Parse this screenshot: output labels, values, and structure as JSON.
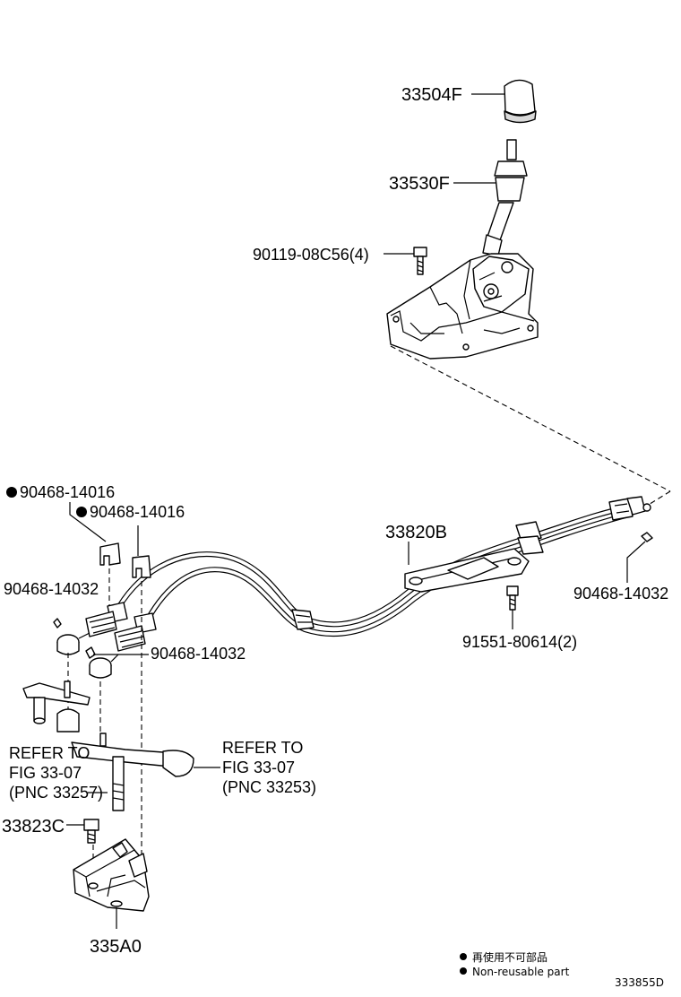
{
  "labels": {
    "knob": "33504F",
    "lever": "33530F",
    "lever_bolt": "90119-08C56(4)",
    "clip_upper_left": "90468-14016",
    "clip_upper_right": "90468-14016",
    "clip_lower_left": "90468-14032",
    "clip_lower_mid": "90468-14032",
    "clip_right": "90468-14032",
    "cable_assy": "33820B",
    "cable_bolt": "91551-80614(2)",
    "bracket_bolt": "33823C",
    "bracket": "335A0"
  },
  "refer_left": {
    "line1": "REFER TO",
    "line2": "FIG 33-07",
    "line3": "(PNC 33257)"
  },
  "refer_right": {
    "line1": "REFER TO",
    "line2": "FIG 33-07",
    "line3": "(PNC 33253)"
  },
  "legend": {
    "line_jp": "再使用不可部品",
    "line_en": "Non-reusable part"
  },
  "figure_id": "333855D"
}
